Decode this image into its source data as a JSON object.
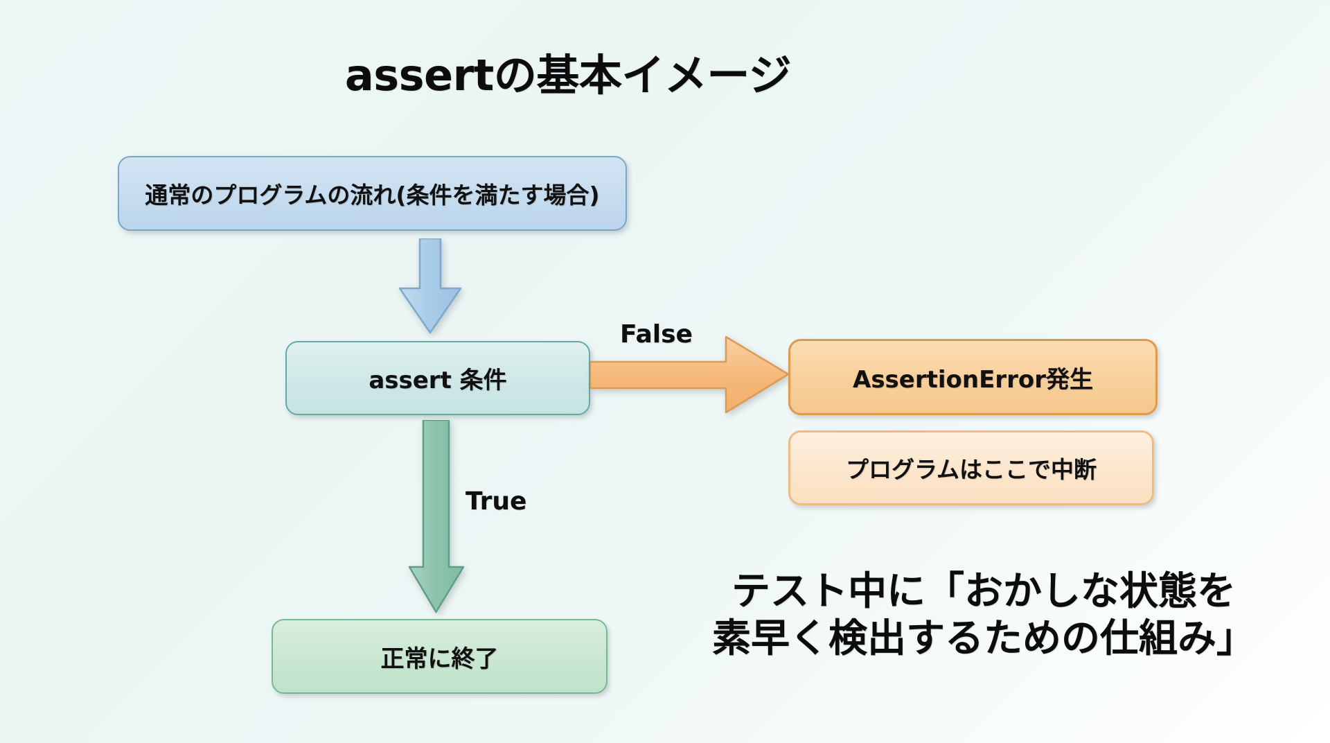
{
  "slide": {
    "title": "assertの基本イメージ",
    "background_color": "#eef7f6"
  },
  "diagram": {
    "type": "flowchart",
    "nodes": [
      {
        "id": "start",
        "label": "通常のプログラムの流れ(条件を満たす場合)",
        "shape": "rounded-rectangle",
        "fill_color": "#c6dcef",
        "border_color": "#7aa6c9"
      },
      {
        "id": "decision",
        "label": "assert 条件",
        "shape": "rounded-rectangle",
        "fill_color": "#cfe8e7",
        "border_color": "#63a9a6"
      },
      {
        "id": "error",
        "label": "AssertionError発生",
        "shape": "rounded-rectangle",
        "fill_color": "#f8cf9b",
        "border_color": "#e09a4e"
      },
      {
        "id": "halt",
        "label": "プログラムはここで中断",
        "shape": "rounded-rectangle",
        "fill_color": "#fce6cc",
        "border_color": "#f1ba83"
      },
      {
        "id": "end",
        "label": "正常に終了",
        "shape": "rounded-rectangle",
        "fill_color": "#c9e7d2",
        "border_color": "#76b894"
      }
    ],
    "edges": [
      {
        "id": "start-to-decision",
        "from": "start",
        "to": "decision",
        "label": "",
        "direction": "down",
        "color": "#a8c8e4"
      },
      {
        "id": "decision-to-error",
        "from": "decision",
        "to": "error",
        "label": "False",
        "direction": "right",
        "color": "#f4b878"
      },
      {
        "id": "decision-to-end",
        "from": "decision",
        "to": "end",
        "label": "True",
        "direction": "down",
        "color": "#86bfa8"
      }
    ]
  },
  "caption": {
    "line1": "テスト中に「おかしな状態を",
    "line2": "素早く検出するための仕組み」"
  }
}
